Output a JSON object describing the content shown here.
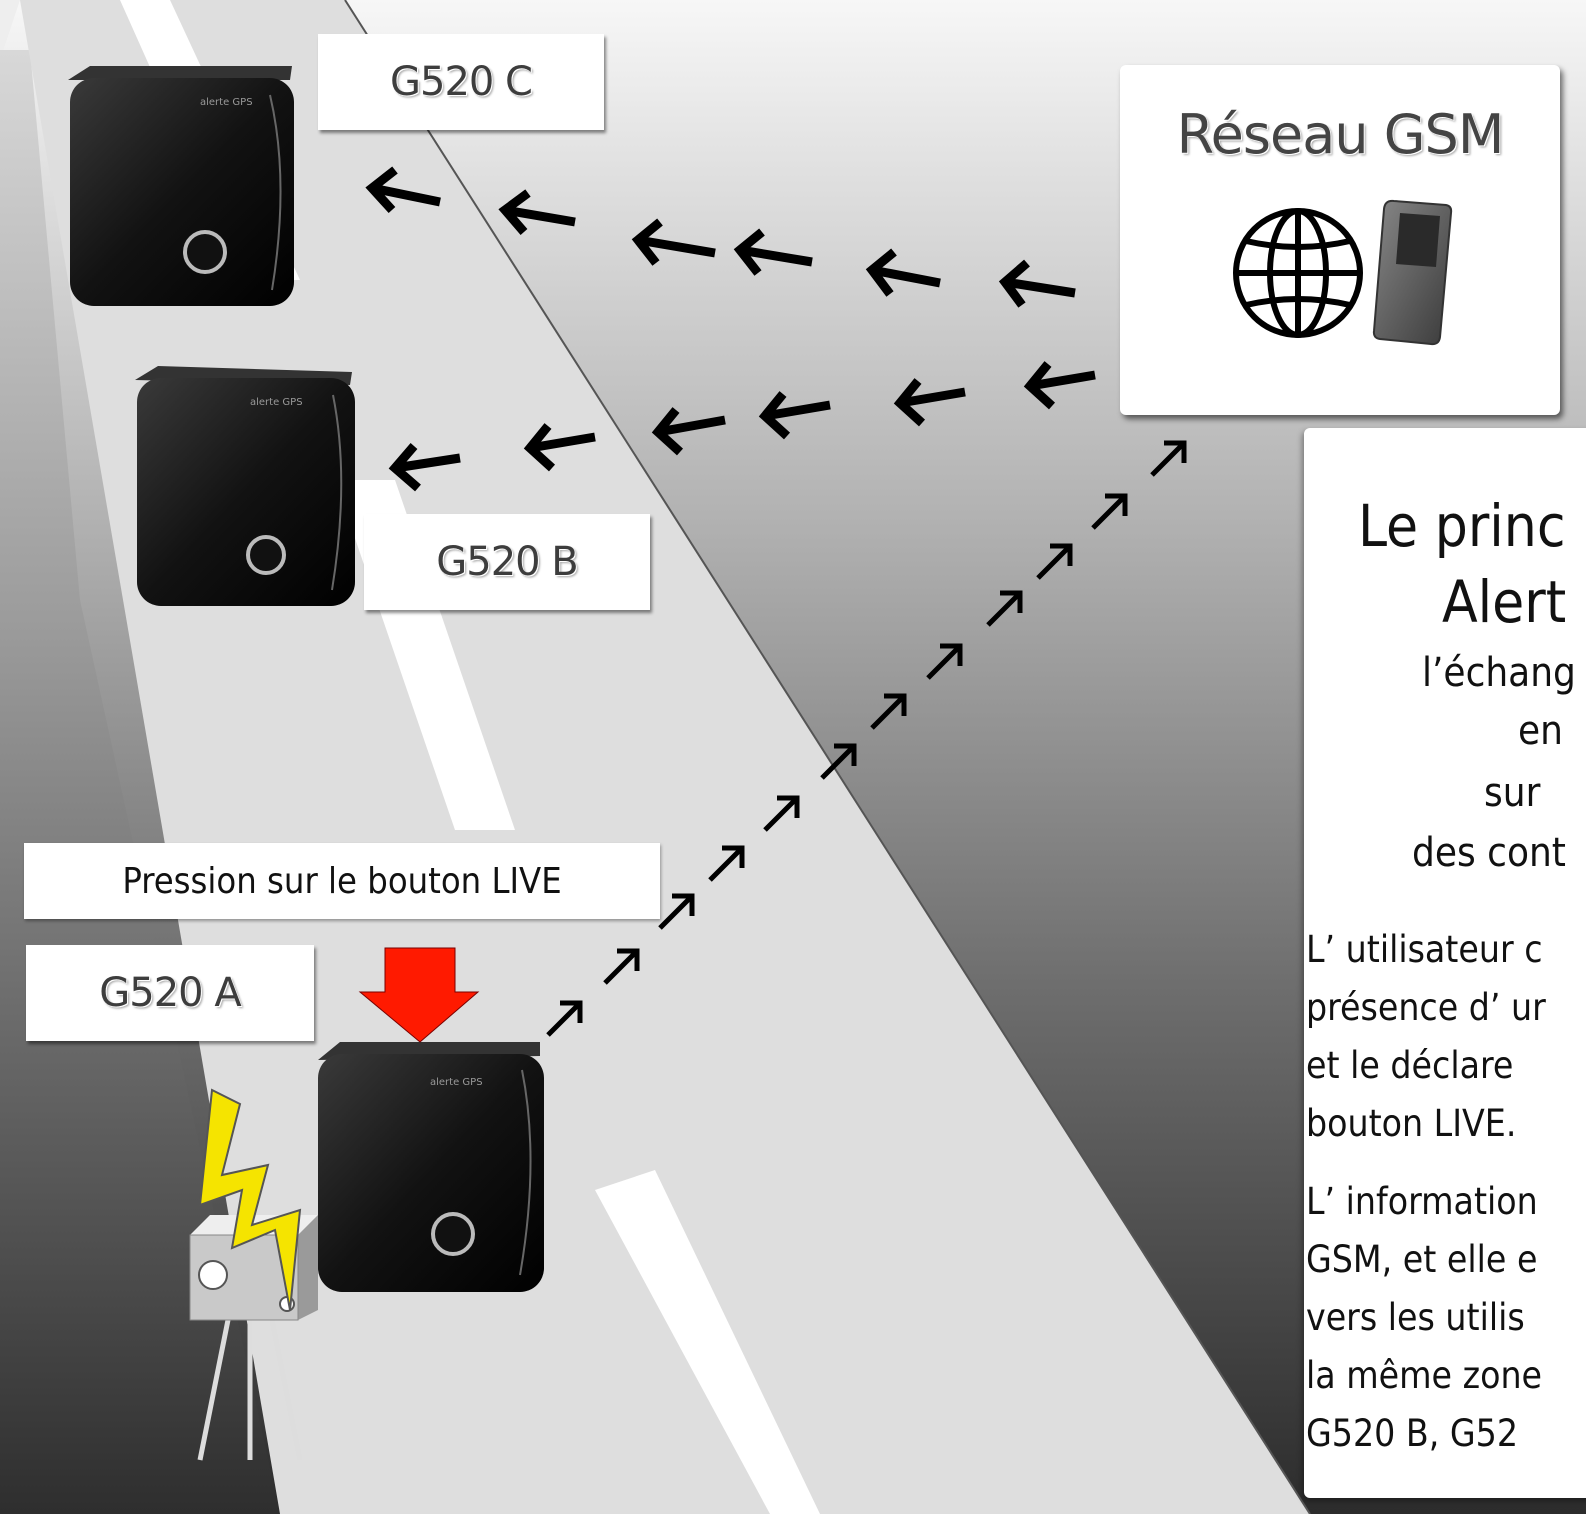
{
  "labels": {
    "device_c": "G520 C",
    "device_b": "G520 B",
    "device_a": "G520 A",
    "live_press": "Pression sur le bouton LIVE"
  },
  "gsm": {
    "title": "Réseau GSM",
    "icons": [
      "globe-icon",
      "phone-icon"
    ]
  },
  "info": {
    "heading_line1": "Le princ",
    "heading_line2": "Alert",
    "line3": "l’échang",
    "line4": "en",
    "line5": "sur",
    "line6": "des cont",
    "para1": [
      "L’ utilisateur c",
      "présence d’ ur",
      "et le déclare",
      "bouton LIVE."
    ],
    "para2": [
      "L’ information",
      "GSM, et elle e",
      "vers les utilis",
      "la même zone",
      "G520 B, G52"
    ]
  },
  "colors": {
    "road": "#dcdcdc",
    "lane_marking": "#ffffff",
    "live_arrow": "#ff1a00",
    "lightning": "#f5e400",
    "device": "#1a1a1a"
  }
}
